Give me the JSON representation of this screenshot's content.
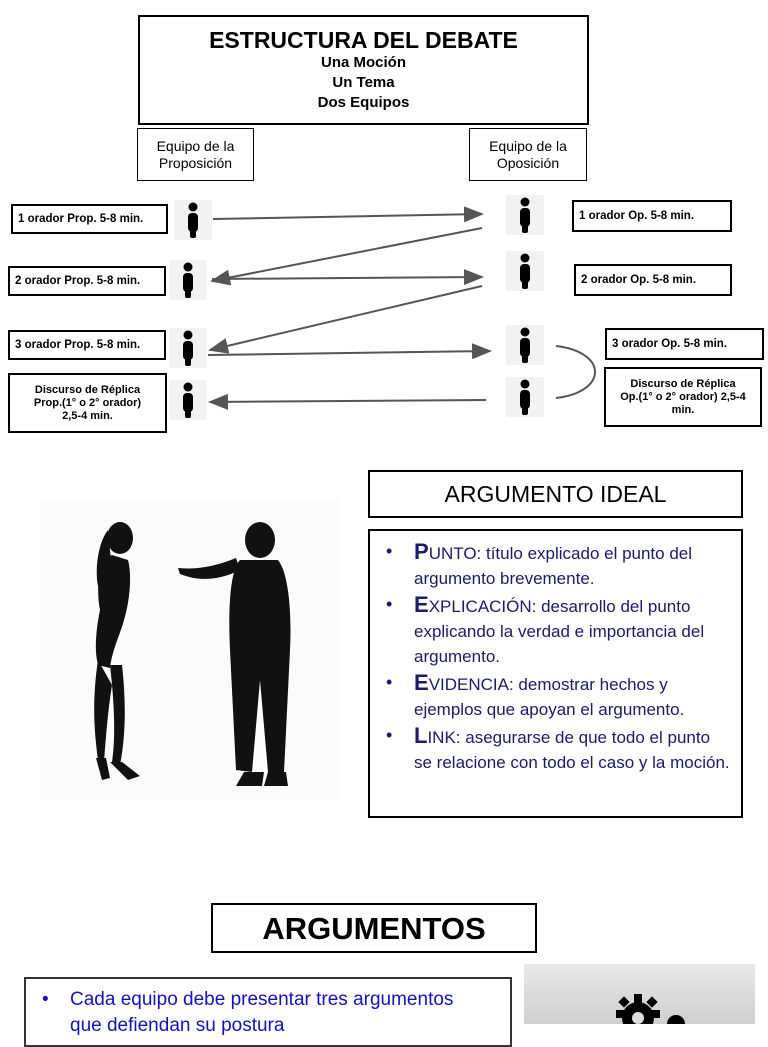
{
  "header": {
    "title": "ESTRUCTURA DEL DEBATE",
    "line1": "Una Moción",
    "line2": "Un Tema",
    "line3": "Dos Equipos"
  },
  "teams": {
    "prop_line1": "Equipo de la",
    "prop_line2": "Proposición",
    "opp_line1": "Equipo de la",
    "opp_line2": "Oposición"
  },
  "speakers": {
    "prop": [
      "1 orador Prop. 5-8 min.",
      "2 orador Prop. 5-8 min.",
      "3 orador Prop. 5-8 min."
    ],
    "opp": [
      "1 orador Op. 5-8 min.",
      "2 orador Op. 5-8 min.",
      "3 orador Op. 5-8 min."
    ],
    "prop_reply": [
      "Discurso de Réplica",
      "Prop.(1° o 2° orador)",
      "2,5-4 min."
    ],
    "opp_reply": [
      "Discurso de Réplica",
      "Op.(1° o 2° orador) 2,5-4",
      "min."
    ]
  },
  "ideal": {
    "title": "ARGUMENTO IDEAL",
    "items": [
      {
        "cap": "P",
        "text": "UNTO: título explicado el punto del argumento brevemente."
      },
      {
        "cap": "E",
        "text": "XPLICACIÓN: desarrollo del punto explicando la verdad e importancia del argumento."
      },
      {
        "cap": "E",
        "text": "VIDENCIA: demostrar hechos y ejemplos que apoyan el argumento."
      },
      {
        "cap": "L",
        "text": "INK: asegurarse de que todo el punto se relacione con todo el caso y la moción."
      }
    ]
  },
  "argumentos": {
    "title": "ARGUMENTOS",
    "items": [
      "Cada equipo debe presentar tres argumentos",
      "que defiendan su postura"
    ]
  },
  "icons": {
    "person": "person-icon",
    "gear": "gear-icon"
  },
  "colors": {
    "ideal_text": "#1a1a6e",
    "argumentos_text": "#1212c0",
    "arrow": "#555555"
  }
}
